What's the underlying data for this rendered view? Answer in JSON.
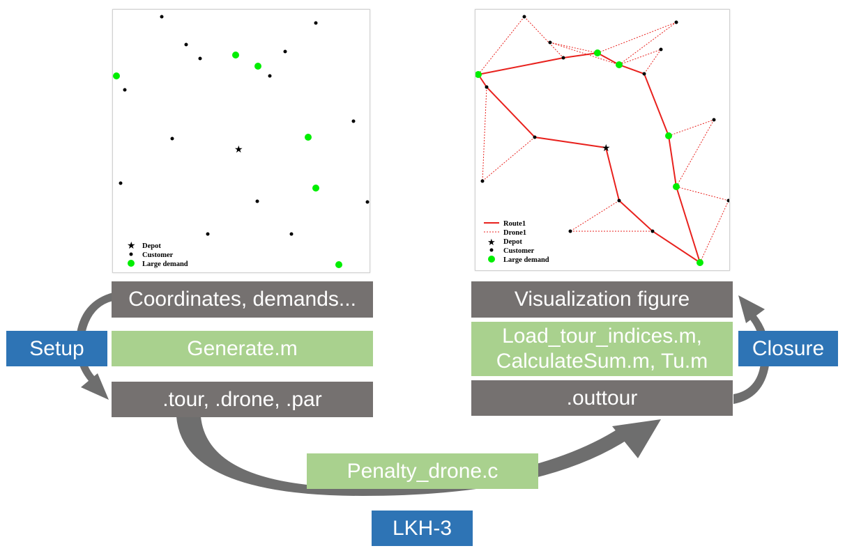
{
  "colors": {
    "gray_box": "#757170",
    "green_box": "#a9d18e",
    "blue_box": "#2e74b5",
    "arrow": "#6e6e6e",
    "customer": "#000000",
    "large_demand": "#00ee00",
    "route": "#e8211d",
    "drone": "#e8211d"
  },
  "left_plot": {
    "legend": {
      "depot": "Depot",
      "customer": "Customer",
      "large_demand": "Large demand"
    },
    "depot": [
      180,
      200
    ],
    "customers": [
      [
        70,
        10
      ],
      [
        105,
        50
      ],
      [
        125,
        70
      ],
      [
        247,
        60
      ],
      [
        291,
        19
      ],
      [
        225,
        95
      ],
      [
        17,
        115
      ],
      [
        85,
        185
      ],
      [
        345,
        160
      ],
      [
        11,
        249
      ],
      [
        207,
        275
      ],
      [
        365,
        276
      ],
      [
        136,
        322
      ],
      [
        256,
        322
      ]
    ],
    "large_demand": [
      [
        176,
        65
      ],
      [
        208,
        81
      ],
      [
        5,
        95
      ],
      [
        280,
        183
      ],
      [
        291,
        256
      ],
      [
        324,
        366
      ]
    ]
  },
  "right_plot": {
    "legend": {
      "route": "Route1",
      "drone": "Drone1",
      "depot": "Depot",
      "customer": "Customer",
      "large_demand": "Large demand"
    },
    "depot": [
      187,
      198
    ],
    "customers": [
      [
        70,
        10
      ],
      [
        107,
        47
      ],
      [
        126,
        69
      ],
      [
        288,
        18
      ],
      [
        266,
        57
      ],
      [
        242,
        92
      ],
      [
        16,
        111
      ],
      [
        85,
        183
      ],
      [
        342,
        158
      ],
      [
        10,
        246
      ],
      [
        206,
        274
      ],
      [
        363,
        274
      ],
      [
        136,
        318
      ],
      [
        254,
        318
      ]
    ],
    "large_demand": [
      [
        175,
        62
      ],
      [
        206,
        79
      ],
      [
        4,
        93
      ],
      [
        277,
        181
      ],
      [
        288,
        254
      ],
      [
        322,
        363
      ]
    ],
    "route": [
      [
        187,
        198
      ],
      [
        85,
        183
      ],
      [
        16,
        111
      ],
      [
        4,
        93
      ],
      [
        126,
        69
      ],
      [
        175,
        62
      ],
      [
        206,
        79
      ],
      [
        242,
        92
      ],
      [
        277,
        181
      ],
      [
        288,
        254
      ],
      [
        322,
        363
      ],
      [
        254,
        318
      ],
      [
        206,
        274
      ],
      [
        187,
        198
      ]
    ],
    "drone_segments": [
      [
        [
          4,
          93
        ],
        [
          70,
          10
        ]
      ],
      [
        [
          70,
          10
        ],
        [
          126,
          69
        ]
      ],
      [
        [
          175,
          62
        ],
        [
          107,
          47
        ]
      ],
      [
        [
          107,
          47
        ],
        [
          206,
          79
        ]
      ],
      [
        [
          175,
          62
        ],
        [
          288,
          18
        ]
      ],
      [
        [
          288,
          18
        ],
        [
          206,
          79
        ]
      ],
      [
        [
          206,
          79
        ],
        [
          266,
          57
        ]
      ],
      [
        [
          266,
          57
        ],
        [
          242,
          92
        ]
      ],
      [
        [
          16,
          111
        ],
        [
          10,
          246
        ]
      ],
      [
        [
          10,
          246
        ],
        [
          85,
          183
        ]
      ],
      [
        [
          277,
          181
        ],
        [
          342,
          158
        ]
      ],
      [
        [
          342,
          158
        ],
        [
          288,
          254
        ]
      ],
      [
        [
          288,
          254
        ],
        [
          363,
          274
        ]
      ],
      [
        [
          363,
          274
        ],
        [
          322,
          363
        ]
      ],
      [
        [
          206,
          274
        ],
        [
          136,
          318
        ]
      ],
      [
        [
          136,
          318
        ],
        [
          254,
          318
        ]
      ]
    ]
  },
  "boxes": {
    "coords": "Coordinates, demands...",
    "generate": "Generate.m",
    "tour_files": ".tour, .drone, .par",
    "visualization": "Visualization figure",
    "load_line1": "Load_tour_indices.m,",
    "load_line2": "CalculateSum.m, Tu.m",
    "outtour": ".outtour",
    "penalty": "Penalty_drone.c"
  },
  "labels": {
    "setup": "Setup",
    "closure": "Closure",
    "lkh": "LKH-3"
  }
}
